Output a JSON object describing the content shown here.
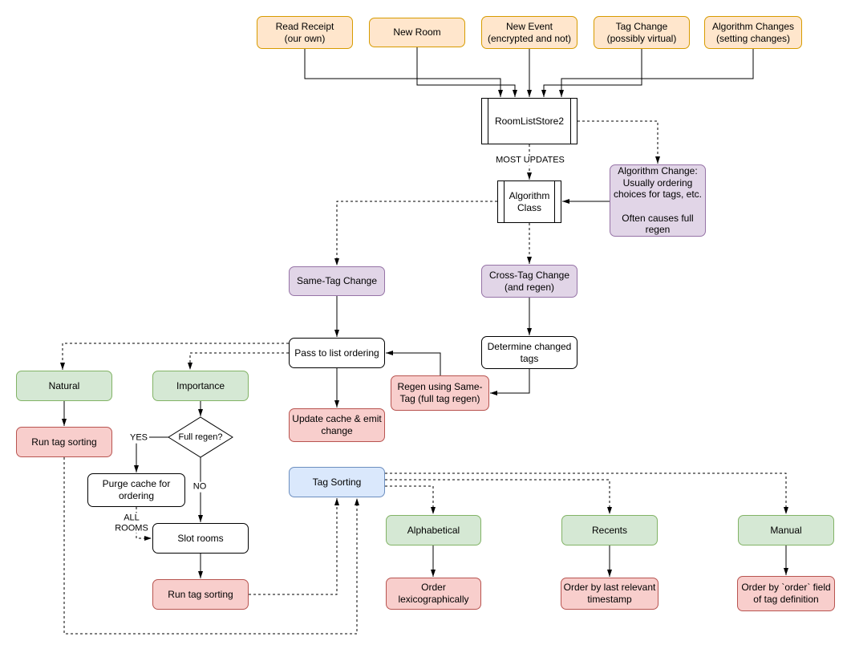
{
  "nodes": {
    "read_receipt": "Read Receipt\n(our own)",
    "new_room": "New Room",
    "new_event": "New Event\n(encrypted and not)",
    "tag_change": "Tag Change\n(possibly virtual)",
    "algorithm_changes": "Algorithm Changes\n(setting changes)",
    "room_list_store": "RoomListStore2",
    "algorithm_class": "Algorithm\nClass",
    "algorithm_change_note": "Algorithm Change:\nUsually ordering\nchoices for tags, etc.\n\nOften causes full\nregen",
    "same_tag_change": "Same-Tag Change",
    "cross_tag_change": "Cross-Tag Change\n(and regen)",
    "pass_to_list_ordering": "Pass to list ordering",
    "determine_changed_tags": "Determine changed\ntags",
    "regen_using_same_tag": "Regen using Same-\nTag (full tag regen)",
    "update_cache": "Update cache & emit\nchange",
    "natural": "Natural",
    "importance": "Importance",
    "run_tag_sorting_natural": "Run tag sorting",
    "full_regen_decision": "Full regen?",
    "purge_cache": "Purge cache for\nordering",
    "slot_rooms": "Slot rooms",
    "run_tag_sorting_importance": "Run tag sorting",
    "tag_sorting": "Tag Sorting",
    "alphabetical": "Alphabetical",
    "recents": "Recents",
    "manual": "Manual",
    "order_lexicographically": "Order\nlexicographically",
    "order_by_timestamp": "Order by last relevant\ntimestamp",
    "order_by_order_field": "Order by `order` field\nof tag definition"
  },
  "edge_labels": {
    "most_updates": "MOST UPDATES",
    "yes": "YES",
    "no": "NO",
    "all_rooms": "ALL\nROOMS"
  },
  "colors": {
    "event_source_fill": "#ffe6cc",
    "event_source_border": "#d79b00",
    "change_fill": "#e1d5e7",
    "change_border": "#9673a6",
    "category_fill": "#d5e8d4",
    "category_border": "#82b366",
    "action_fill": "#f8cecc",
    "action_border": "#b85450",
    "sorting_fill": "#dae8fc",
    "sorting_border": "#6c8ebf",
    "process_fill": "#ffffff",
    "line": "#000000"
  }
}
